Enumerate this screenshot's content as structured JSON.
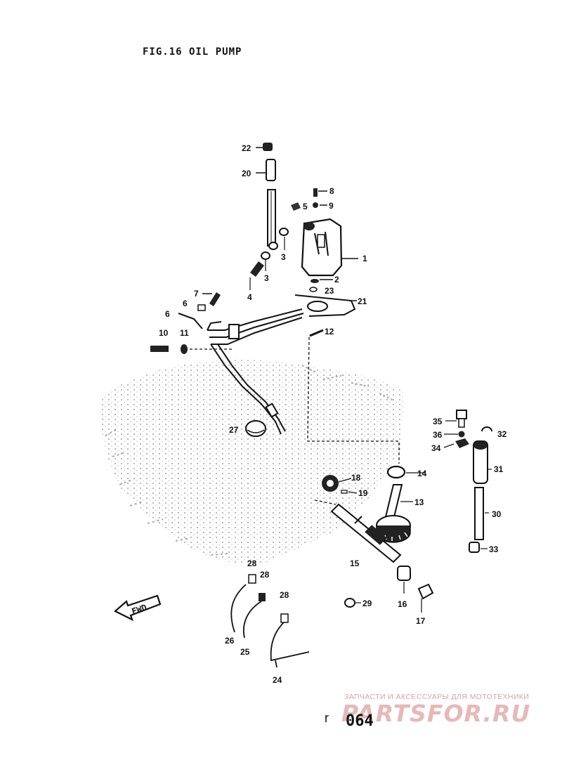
{
  "figure": {
    "title": "FIG.16 OIL PUMP"
  },
  "forward_arrow": {
    "label": "FWD"
  },
  "page": {
    "number": "064",
    "mark": "r"
  },
  "watermark": {
    "tagline": "ЗАПЧАСТИ И АКСЕССУАРЫ ДЛЯ МОТОТЕХНИКИ",
    "logo": "PARTSFOR.RU"
  },
  "callouts": [
    "1",
    "2",
    "3",
    "3",
    "4",
    "5",
    "6",
    "6",
    "7",
    "8",
    "9",
    "10",
    "11",
    "12",
    "13",
    "14",
    "15",
    "16",
    "17",
    "18",
    "19",
    "20",
    "21",
    "22",
    "23",
    "24",
    "25",
    "26",
    "27",
    "28",
    "28",
    "28",
    "29",
    "30",
    "31",
    "32",
    "33",
    "34",
    "35",
    "36"
  ]
}
